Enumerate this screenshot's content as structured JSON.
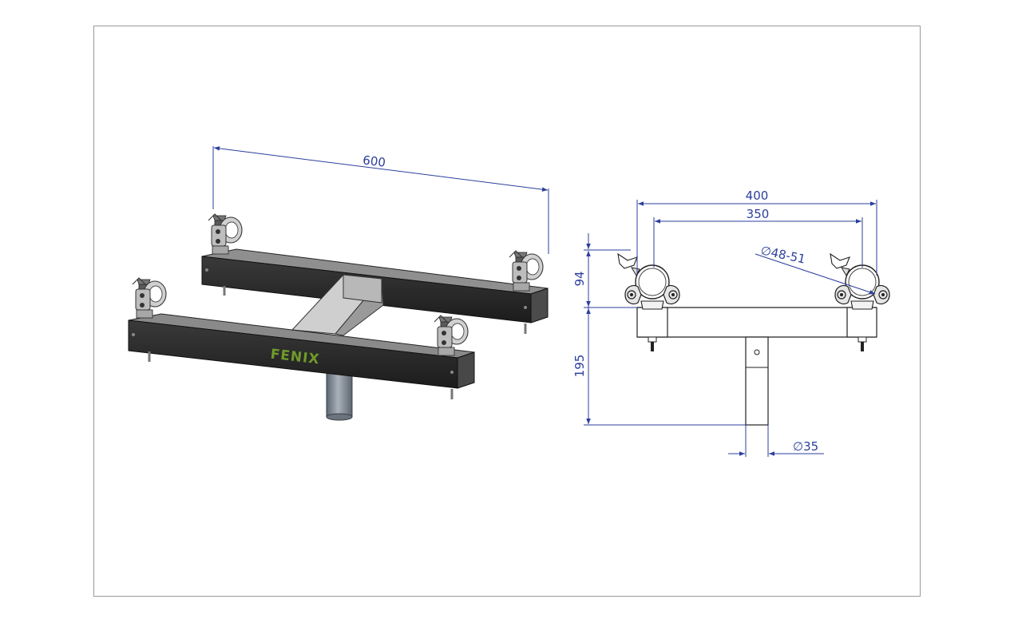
{
  "colors": {
    "dimension": "#2b3f9c",
    "frame": "#9a9a9a",
    "steel_dark": "#2a2a2a",
    "steel_side": "#4a4a4a",
    "steel_top": "#8a8a8a",
    "aluminium": "#c8c8c8",
    "aluminium_dark": "#8e8e8e",
    "spigot": "#7d8692",
    "logo": "#6f9a2a"
  },
  "iso_view": {
    "logo_text": "FENIX",
    "dim_length": "600"
  },
  "front_view": {
    "dim_outer_width": "400",
    "dim_inner_width": "350",
    "dim_clamp_height": "94",
    "dim_spigot_height": "195",
    "dim_tube_diameter": "∅48-51",
    "dim_spigot_diameter": "∅35"
  }
}
